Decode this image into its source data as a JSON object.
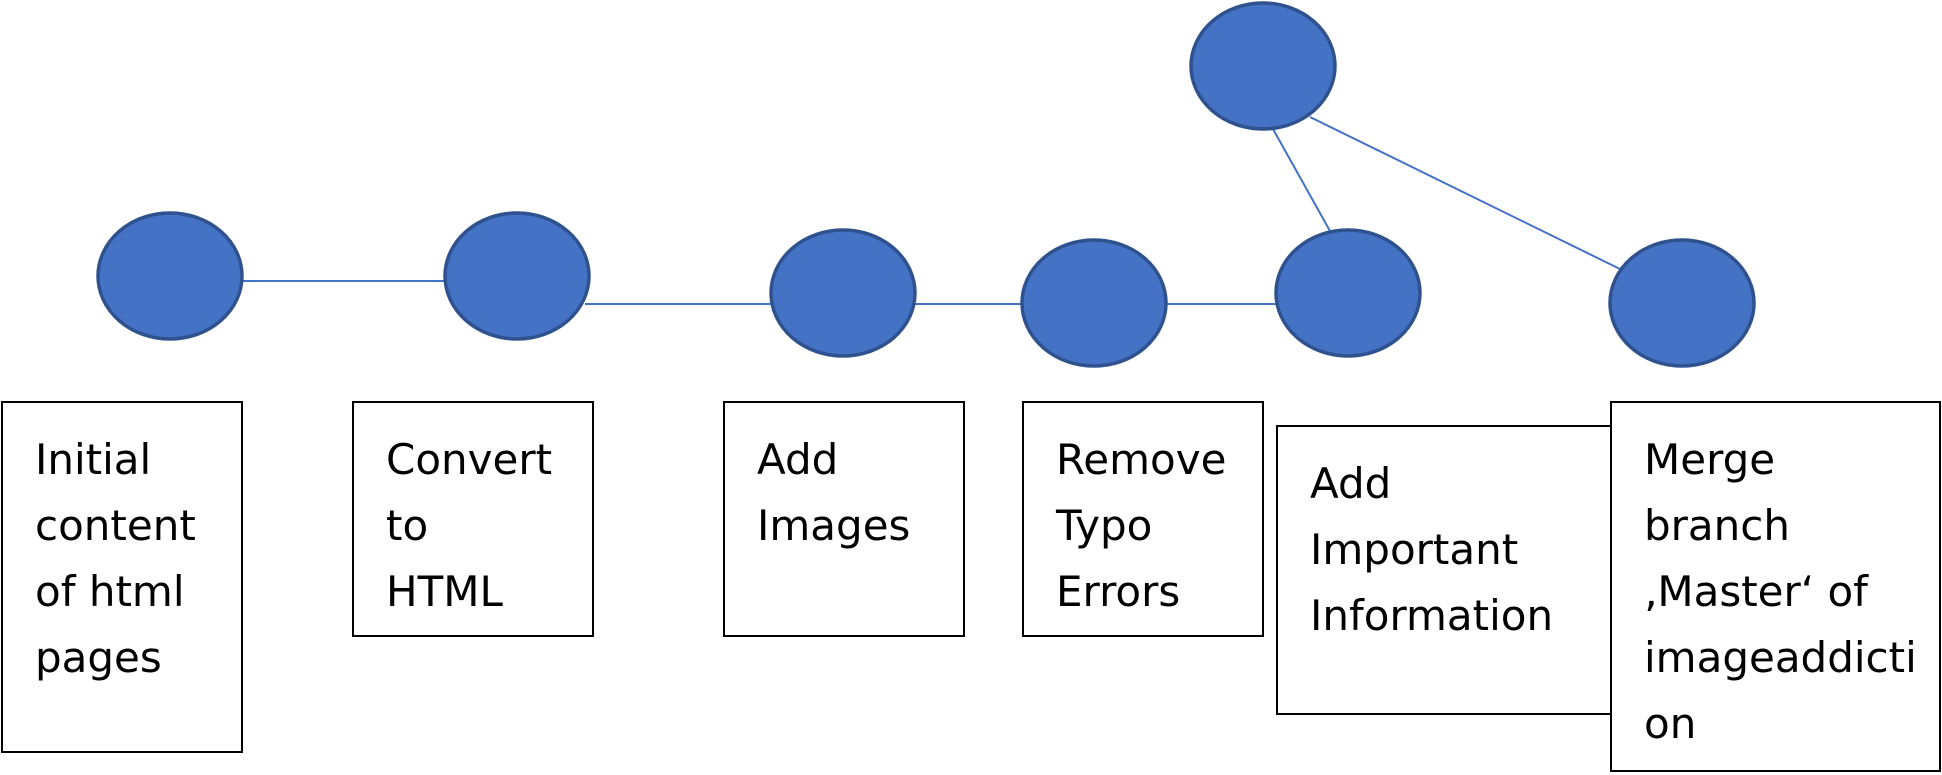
{
  "colors": {
    "node_fill": "#4472C4",
    "node_stroke": "#2F528F",
    "edge": "#4472C4",
    "box_border": "#000000",
    "text": "#000000"
  },
  "nodes": [
    {
      "id": "n1"
    },
    {
      "id": "n2"
    },
    {
      "id": "n3"
    },
    {
      "id": "n4"
    },
    {
      "id": "n5"
    },
    {
      "id": "branch"
    },
    {
      "id": "n6"
    }
  ],
  "edges": [
    {
      "from": "n1",
      "to": "n2"
    },
    {
      "from": "n2",
      "to": "n3"
    },
    {
      "from": "n3",
      "to": "n4"
    },
    {
      "from": "n4",
      "to": "n5"
    },
    {
      "from": "branch",
      "to": "n5"
    },
    {
      "from": "branch",
      "to": "n6"
    }
  ],
  "labels": [
    {
      "text": "Initial\ncontent\nof html\npages"
    },
    {
      "text": "Convert\nto\nHTML"
    },
    {
      "text": "Add\nImages"
    },
    {
      "text": "Remove\nTypo\nErrors"
    },
    {
      "text": "Add\nImportant\nInformation"
    },
    {
      "text": "Merge\nbranch\n‚Master‘ of\nimageaddicti\non"
    }
  ]
}
